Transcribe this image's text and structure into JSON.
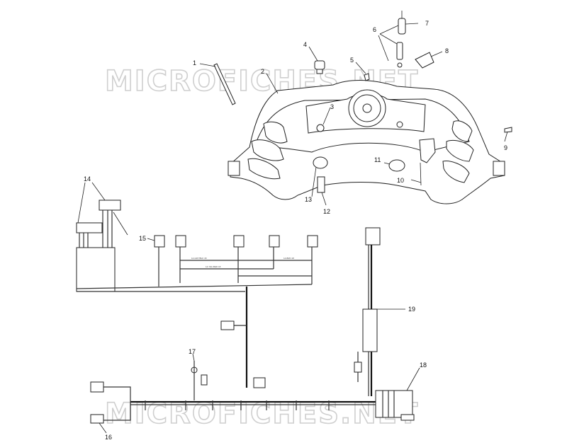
{
  "watermarks": [
    "MICROFICHES.NET",
    "MICROFICHES.NET"
  ],
  "callouts": [
    {
      "id": "1",
      "label": "1"
    },
    {
      "id": "2",
      "label": "2"
    },
    {
      "id": "3",
      "label": "3"
    },
    {
      "id": "4",
      "label": "4"
    },
    {
      "id": "5",
      "label": "5"
    },
    {
      "id": "6",
      "label": "6"
    },
    {
      "id": "7",
      "label": "7"
    },
    {
      "id": "8",
      "label": "8"
    },
    {
      "id": "9",
      "label": "9"
    },
    {
      "id": "10",
      "label": "10"
    },
    {
      "id": "11",
      "label": "11"
    },
    {
      "id": "12",
      "label": "12"
    },
    {
      "id": "13",
      "label": "13"
    },
    {
      "id": "14",
      "label": "14"
    },
    {
      "id": "15",
      "label": "15"
    },
    {
      "id": "16",
      "label": "16"
    },
    {
      "id": "17",
      "label": "17"
    },
    {
      "id": "18",
      "label": "18"
    },
    {
      "id": "19",
      "label": "19"
    }
  ]
}
